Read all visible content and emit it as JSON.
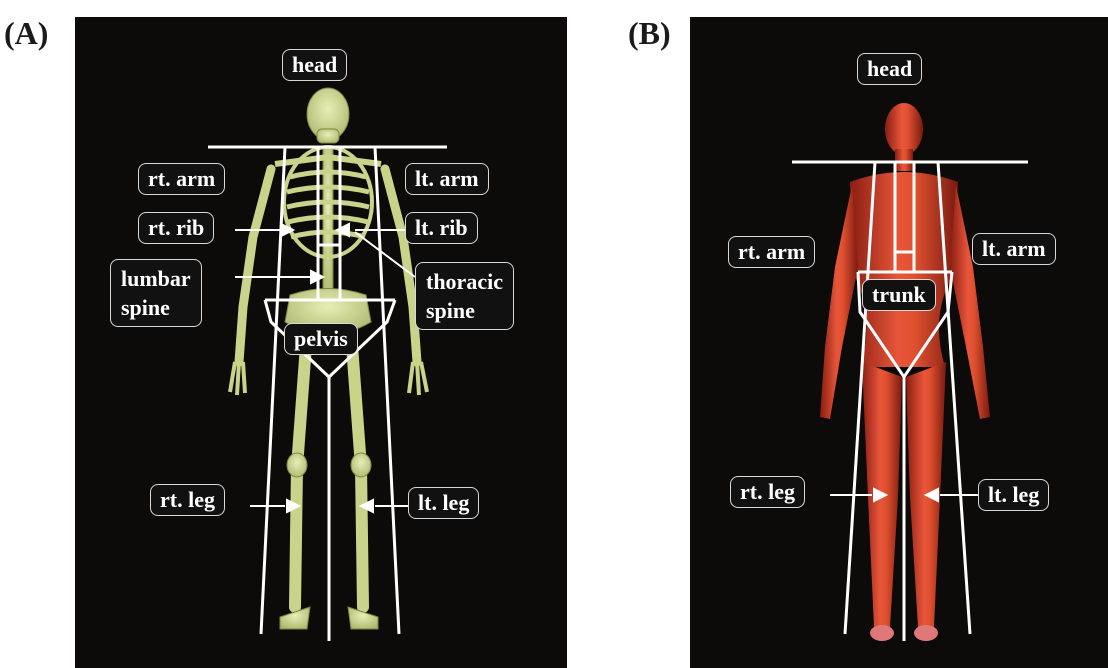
{
  "panels": [
    {
      "letter": "(A)",
      "labels": {
        "head": "head",
        "rt_arm": "rt. arm",
        "lt_arm": "lt. arm",
        "rt_rib": "rt. rib",
        "lt_rib": "lt. rib",
        "lumbar_spine": "lumbar\nspine",
        "thoracic_spine": "thoracic\nspine",
        "pelvis": "pelvis",
        "rt_leg": "rt. leg",
        "lt_leg": "lt. leg"
      },
      "figure": "skeleton"
    },
    {
      "letter": "(B)",
      "labels": {
        "head": "head",
        "rt_arm": "rt. arm",
        "lt_arm": "lt. arm",
        "trunk": "trunk",
        "rt_leg": "rt. leg",
        "lt_leg": "lt. leg"
      },
      "figure": "human-body"
    }
  ],
  "colors": {
    "panel_background": "#0d0b09",
    "skeleton": "#c9d48a",
    "body": "#d8402a",
    "segment_lines": "#ffffff"
  }
}
